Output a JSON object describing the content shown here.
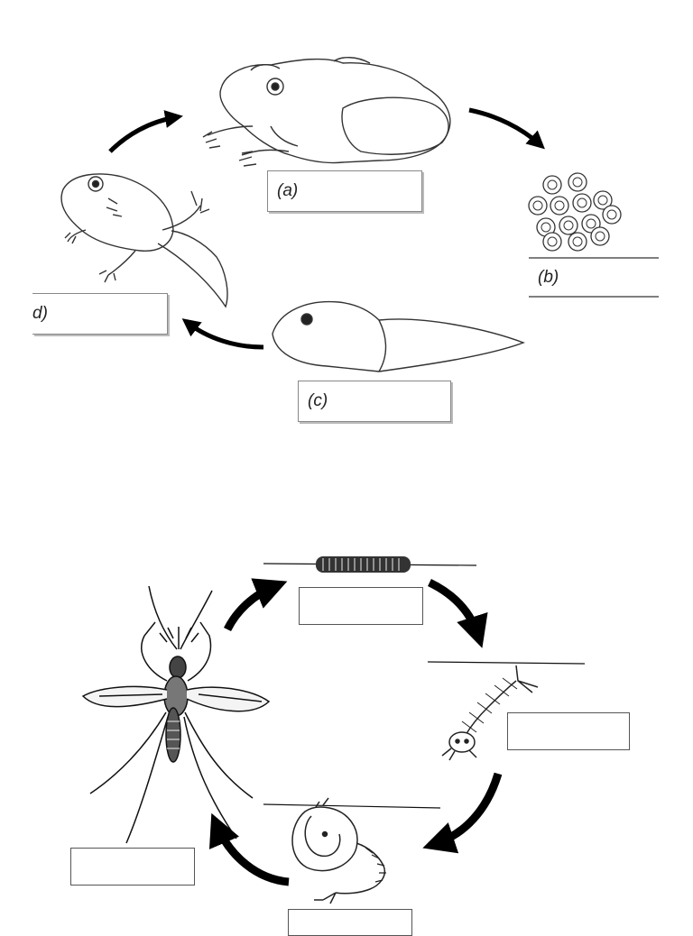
{
  "frog_cycle": {
    "labels": {
      "a": "(a)",
      "b": "(b)",
      "c": "(c)",
      "d": "d)"
    }
  },
  "mosquito_cycle": {
    "labels": {
      "eggs": "",
      "larva": "",
      "pupa": "",
      "adult": ""
    }
  }
}
